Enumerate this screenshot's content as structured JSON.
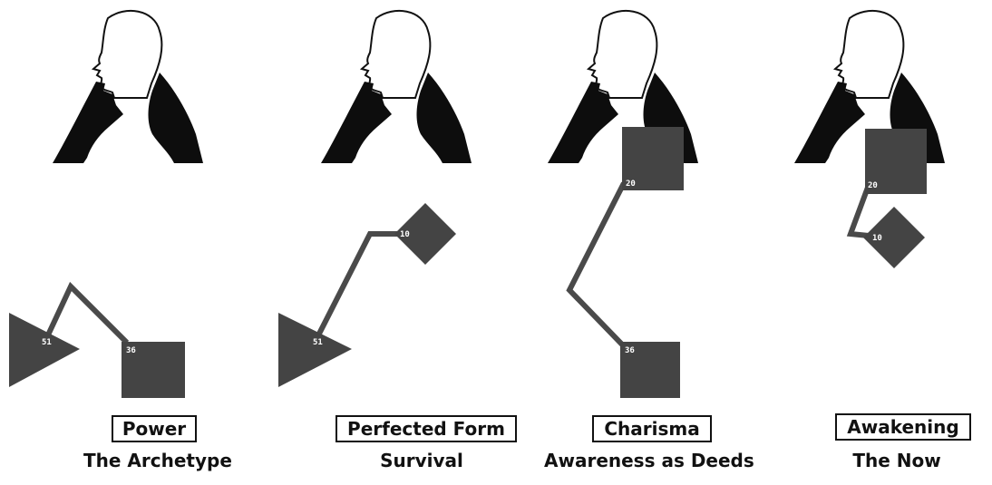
{
  "panels": [
    {
      "title": "Power",
      "subtitle": "The Archetype",
      "shapes": [
        {
          "shape": "triangle",
          "label": "51"
        },
        {
          "shape": "square",
          "label": "36"
        }
      ]
    },
    {
      "title": "Perfected Form",
      "subtitle": "Survival",
      "shapes": [
        {
          "shape": "triangle",
          "label": "51"
        },
        {
          "shape": "diamond",
          "label": "10"
        }
      ]
    },
    {
      "title": "Charisma",
      "subtitle": "Awareness as Deeds",
      "shapes": [
        {
          "shape": "square",
          "label": "20"
        },
        {
          "shape": "square",
          "label": "36"
        }
      ]
    },
    {
      "title": "Awakening",
      "subtitle": "The Now",
      "shapes": [
        {
          "shape": "square",
          "label": "20"
        },
        {
          "shape": "diamond",
          "label": "10"
        }
      ]
    }
  ],
  "colors": {
    "silhouette": "#0d0d0d",
    "shape_fill": "#444444",
    "connector": "#4a4a4a",
    "outline": "#111111"
  }
}
